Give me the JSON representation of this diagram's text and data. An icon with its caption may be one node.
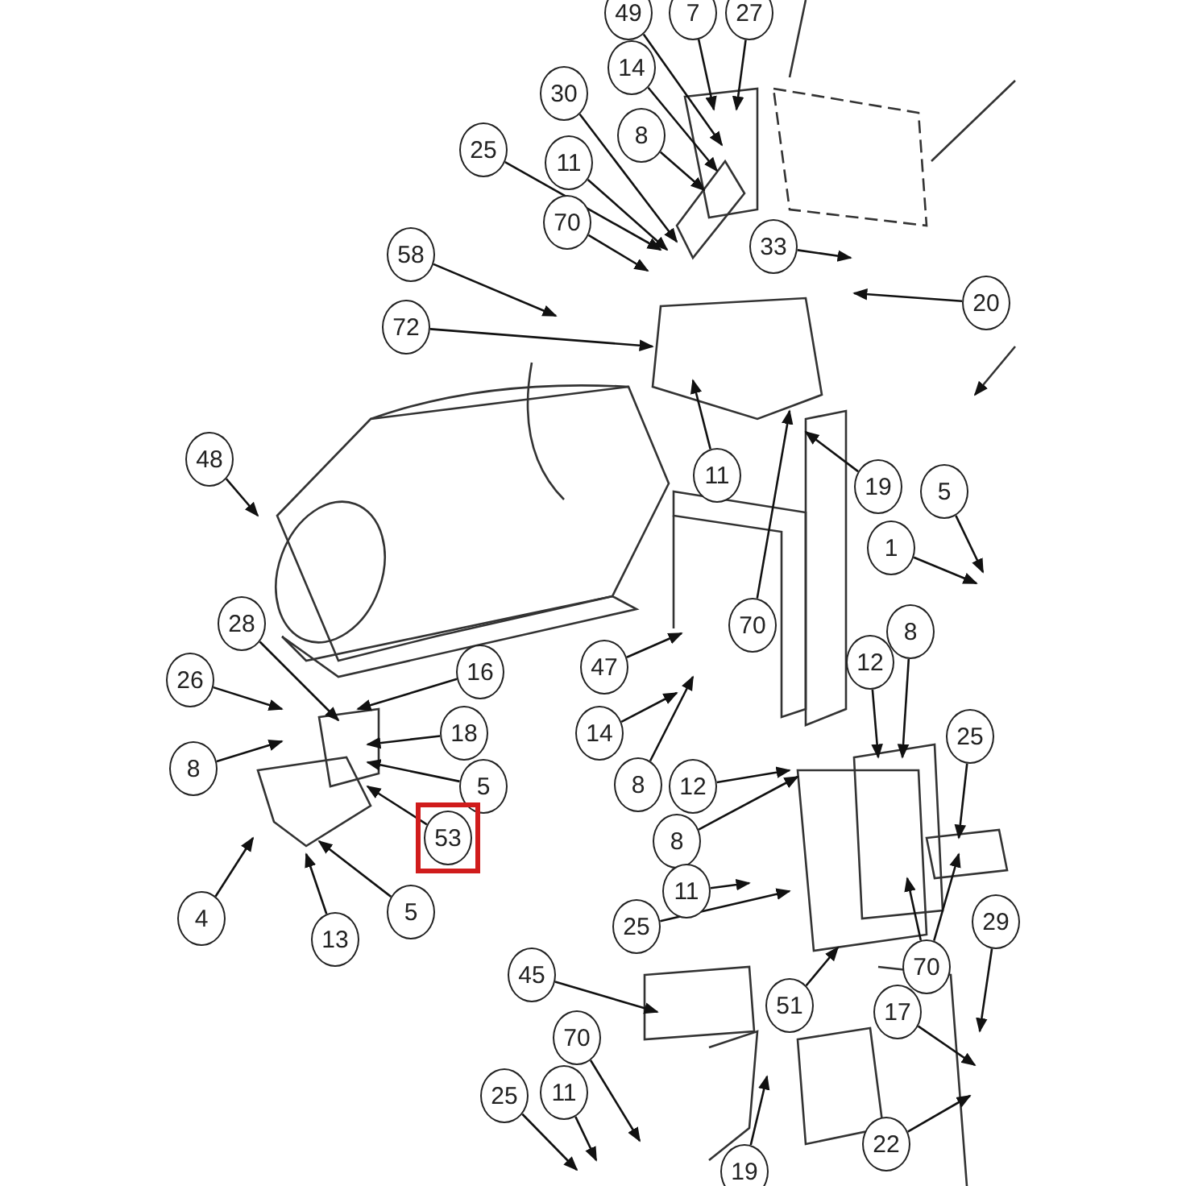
{
  "diagram": {
    "nodes": [
      {
        "text": [
          "49"
        ]
      },
      {
        "text": [
          "7"
        ]
      },
      {
        "text": [
          "27"
        ]
      },
      {
        "text": [
          "14"
        ]
      },
      {
        "text": [
          "30"
        ]
      },
      {
        "text": [
          "8"
        ]
      },
      {
        "text": [
          "25"
        ]
      },
      {
        "text": [
          "11"
        ]
      },
      {
        "text": [
          "70"
        ]
      },
      {
        "text": [
          "58"
        ]
      },
      {
        "text": [
          "33"
        ]
      },
      {
        "text": [
          "20"
        ]
      },
      {
        "text": [
          "72"
        ]
      },
      {
        "text": [
          "11"
        ]
      },
      {
        "text": [
          "19"
        ]
      },
      {
        "text": [
          "48"
        ]
      },
      {
        "text": [
          "5"
        ]
      },
      {
        "text": [
          "1"
        ]
      },
      {
        "text": [
          "70"
        ]
      },
      {
        "text": [
          "28"
        ]
      },
      {
        "text": [
          "16"
        ]
      },
      {
        "text": [
          "26"
        ]
      },
      {
        "text": [
          "47"
        ]
      },
      {
        "text": [
          "8"
        ]
      },
      {
        "text": [
          "12"
        ]
      },
      {
        "text": [
          "18"
        ]
      },
      {
        "text": [
          "14"
        ]
      },
      {
        "text": [
          "8"
        ]
      },
      {
        "text": [
          "25"
        ]
      },
      {
        "text": [
          "8"
        ]
      },
      {
        "text": [
          "12"
        ]
      },
      {
        "text": [
          "5"
        ]
      },
      {
        "text": [
          "53"
        ]
      },
      {
        "text": [
          "8"
        ]
      },
      {
        "text": [
          "11"
        ]
      },
      {
        "text": [
          "25"
        ]
      },
      {
        "text": [
          "4"
        ]
      },
      {
        "text": [
          "5"
        ]
      },
      {
        "text": [
          "13"
        ]
      },
      {
        "text": [
          "70"
        ]
      },
      {
        "text": [
          "29"
        ]
      },
      {
        "text": [
          "45"
        ]
      },
      {
        "text": [
          "51"
        ]
      },
      {
        "text": [
          "70"
        ]
      },
      {
        "text": [
          "17"
        ]
      },
      {
        "text": [
          "25"
        ]
      },
      {
        "text": [
          "11"
        ]
      },
      {
        "text": [
          "22"
        ]
      },
      {
        "text": [
          "19"
        ]
      }
    ],
    "edges": [
      {
        "from": 0,
        "to": null,
        "arrow": "to"
      },
      {
        "from": 1,
        "to": null,
        "arrow": "to"
      },
      {
        "from": 2,
        "to": null,
        "arrow": "to"
      },
      {
        "from": 3,
        "to": null,
        "arrow": "to"
      },
      {
        "from": 4,
        "to": null,
        "arrow": "to"
      },
      {
        "from": 5,
        "to": null,
        "arrow": "to"
      },
      {
        "from": 6,
        "to": null,
        "arrow": "to"
      },
      {
        "from": 7,
        "to": null,
        "arrow": "to"
      },
      {
        "from": 8,
        "to": null,
        "arrow": "to"
      },
      {
        "from": 9,
        "to": null,
        "arrow": "to"
      },
      {
        "from": 10,
        "to": null,
        "arrow": "to"
      },
      {
        "from": 11,
        "to": null,
        "arrow": "to"
      },
      {
        "from": 12,
        "to": null,
        "arrow": "to"
      },
      {
        "from": 13,
        "to": null,
        "arrow": "to"
      },
      {
        "from": 14,
        "to": null,
        "arrow": "to"
      },
      {
        "from": 15,
        "to": null,
        "arrow": "to"
      },
      {
        "from": 16,
        "to": null,
        "arrow": "to"
      },
      {
        "from": 17,
        "to": null,
        "arrow": "to"
      },
      {
        "from": 18,
        "to": null,
        "arrow": "to"
      },
      {
        "from": 19,
        "to": null,
        "arrow": "to"
      },
      {
        "from": 20,
        "to": null,
        "arrow": "to"
      },
      {
        "from": 21,
        "to": null,
        "arrow": "to"
      },
      {
        "from": 22,
        "to": null,
        "arrow": "to"
      },
      {
        "from": 23,
        "to": null,
        "arrow": "to"
      },
      {
        "from": 24,
        "to": null,
        "arrow": "to"
      },
      {
        "from": 25,
        "to": null,
        "arrow": "to"
      },
      {
        "from": 26,
        "to": null,
        "arrow": "to"
      },
      {
        "from": 27,
        "to": null,
        "arrow": "to"
      },
      {
        "from": 28,
        "to": null,
        "arrow": "to"
      },
      {
        "from": 29,
        "to": null,
        "arrow": "to"
      },
      {
        "from": 30,
        "to": null,
        "arrow": "to"
      },
      {
        "from": 31,
        "to": null,
        "arrow": "to"
      },
      {
        "from": 32,
        "to": null,
        "arrow": "to"
      },
      {
        "from": 33,
        "to": null,
        "arrow": "to"
      },
      {
        "from": 34,
        "to": null,
        "arrow": "to"
      },
      {
        "from": 35,
        "to": null,
        "arrow": "to"
      },
      {
        "from": 36,
        "to": null,
        "arrow": "to"
      },
      {
        "from": 37,
        "to": null,
        "arrow": "to"
      },
      {
        "from": 38,
        "to": null,
        "arrow": "to"
      },
      {
        "from": 39,
        "to": null,
        "arrow": "to"
      },
      {
        "from": 39,
        "to": null,
        "arrow": "to"
      },
      {
        "from": 40,
        "to": null,
        "arrow": "to"
      },
      {
        "from": 41,
        "to": null,
        "arrow": "to"
      },
      {
        "from": 42,
        "to": null,
        "arrow": "to"
      },
      {
        "from": 43,
        "to": null,
        "arrow": "to"
      },
      {
        "from": 44,
        "to": null,
        "arrow": "to"
      },
      {
        "from": 45,
        "to": null,
        "arrow": "to"
      },
      {
        "from": 46,
        "to": null,
        "arrow": "to"
      },
      {
        "from": 47,
        "to": null,
        "arrow": "to"
      },
      {
        "from": 48,
        "to": null,
        "arrow": "to"
      }
    ]
  }
}
